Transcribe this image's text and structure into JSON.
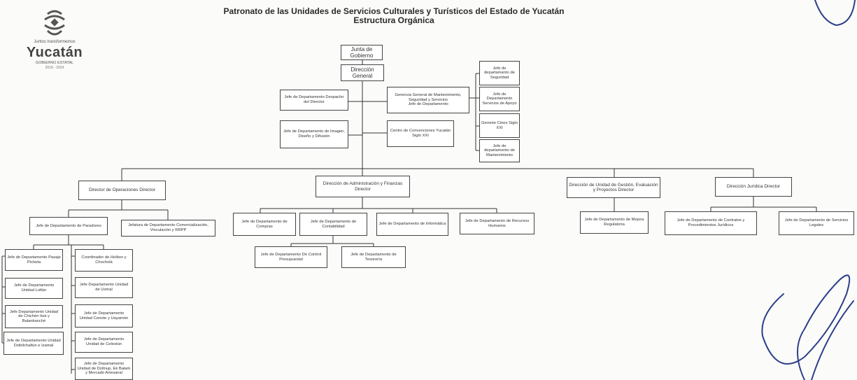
{
  "header": {
    "title_line1": "Patronato de las Unidades de Servicios Culturales y Turísticos del Estado de Yucatán",
    "title_line2": "Estructura Orgánica"
  },
  "logo": {
    "tagline": "Juntos transformemos",
    "name": "Yucatán",
    "government": "GOBIERNO ESTATAL",
    "years": "2018 - 2024",
    "emblem_icon": "yucatan-emblem-icon"
  },
  "org": {
    "junta": "Junta de Gobierno",
    "direccion_general": "Dirección General",
    "staff": {
      "despacho": "Jefe de Departamento Despacho del Director",
      "imagen": "Jefe de Departamento de Imagen, Diseño y Difusión",
      "gerencia_line1": "Gerencia General de Mantenimiento, Seguridad y Servicios",
      "gerencia_line2": "Jefe de Departamento",
      "centro": "Centro de Convenciones Yucatán Siglo XXI"
    },
    "gerencia_subs": [
      "Jefe de departamento de Seguridad",
      "Jefe de Departamento Servicios de Apoyo",
      "Gerente Cines Siglo XXI",
      "Jefe de departamento de Mantenimiento"
    ],
    "direcciones": {
      "operaciones": "Director de Operaciones Director",
      "administracion": "Dirección de Administración y Finanzas Director",
      "gestion": "Dirección de Unidad de Gestión, Evaluación y Proyectos Director",
      "juridica": "Dirección Jurídica Director"
    },
    "operaciones_subs": {
      "paradores": "Jefe de Departamento de Paradores",
      "comercializacion": "Jefatura de Departamento Comercialización, Vinculación y RRPP"
    },
    "paradores_left": [
      "Jefe de Departamento Pasaje Picheta",
      "Jefe de Departamento Unidad Loltún",
      "Jefe Departamento Unidad de Chichén Itzá y Balankanché",
      "Jefe de Departamento Unidad Dzibilchaltún e Izamal"
    ],
    "paradores_right": [
      "Coordinador de Holbox y Chocholá",
      "Jefe Departamento Unidad de Uxmal",
      "Jefe de Departamento Unidad Cenote y Uayamón",
      "Jefe de Departamento Unidad de Celestún",
      "Jefe de Departamento Unidad de Dzitnup, Ek Balam y Mercado Artesanal"
    ],
    "admin_subs": [
      "Jefe de Departamento de Compras",
      "Jefe de Departamento de Contabilidad",
      "Jefe de Departamento de Informática",
      "Jefe de Departamento de Recursos Humanos"
    ],
    "contabilidad_subs": [
      "Jefe de Departamento De Control Presupuestal",
      "Jefe de Departamento de Tesorería"
    ],
    "gestion_sub": "Jefe de Departamento de Mejora Regulatoria",
    "juridica_subs": [
      "Jefe de Departamento de Contratos y Procedimientos Jurídicos",
      "Jefe de Departamento de Servicios Legales"
    ]
  }
}
